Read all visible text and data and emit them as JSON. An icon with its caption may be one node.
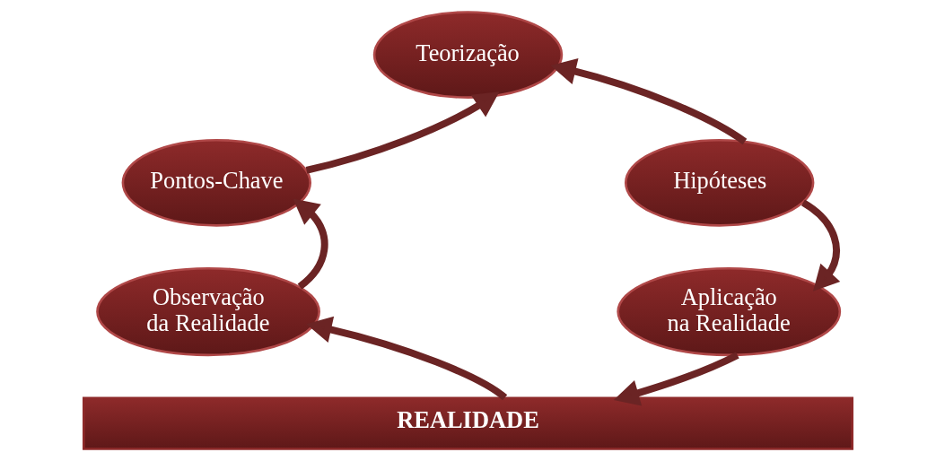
{
  "diagram": {
    "nodes": [
      {
        "text": [
          "Teorização"
        ]
      },
      {
        "text": [
          "Pontos-Chave"
        ]
      },
      {
        "text": [
          "Hipóteses"
        ]
      },
      {
        "text": [
          "Observação da Realidade"
        ]
      },
      {
        "text": [
          "Aplicação na Realidade"
        ]
      },
      {
        "text": [
          "REALIDADE"
        ]
      }
    ],
    "edges": [
      {
        "from": 5,
        "to": 3,
        "arrow": "to"
      },
      {
        "from": 3,
        "to": 1,
        "arrow": "to"
      },
      {
        "from": 1,
        "to": 0,
        "arrow": "to"
      },
      {
        "from": 2,
        "to": 0,
        "arrow": "to"
      },
      {
        "from": 2,
        "to": 4,
        "arrow": "to"
      },
      {
        "from": 4,
        "to": 5,
        "arrow": "to"
      }
    ]
  }
}
